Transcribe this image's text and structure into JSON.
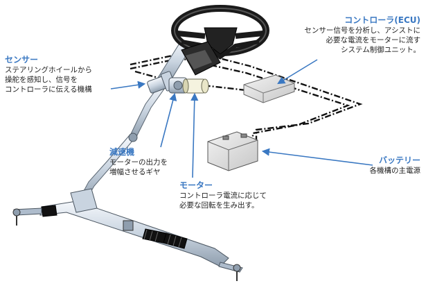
{
  "colors": {
    "accent": "#3a78c2",
    "text": "#222222",
    "wire": "#111111",
    "part_light": "#dfe6ef",
    "part_mid": "#aebccc",
    "part_dark": "#4a5560"
  },
  "icons": {
    "steering_wheel": "steering-wheel-icon",
    "ecu": "ecu-box-icon",
    "battery": "battery-icon",
    "motor": "motor-icon",
    "torque_sensor": "torque-sensor-icon",
    "reducer": "reduction-gear-icon",
    "rack": "steering-rack-icon"
  },
  "callouts": {
    "sensor": {
      "title": "センサー",
      "desc": [
        "ステアリングホイールから",
        "操舵を感知し、信号を",
        "コントローラに伝える機構"
      ]
    },
    "controller": {
      "title": "コントローラ(ECU)",
      "desc": [
        "センサー信号を分析し、アシストに",
        "必要な電流をモーターに流す",
        "システム制御ユニット。"
      ]
    },
    "reducer": {
      "title": "減速機",
      "desc": [
        "モーターの出力を",
        "増幅させるギヤ"
      ]
    },
    "motor": {
      "title": "モーター",
      "desc": [
        "コントローラ電流に応じて",
        "必要な回転を生み出す。"
      ]
    },
    "battery": {
      "title": "バッテリー",
      "desc": [
        "各機構の主電源"
      ]
    }
  }
}
